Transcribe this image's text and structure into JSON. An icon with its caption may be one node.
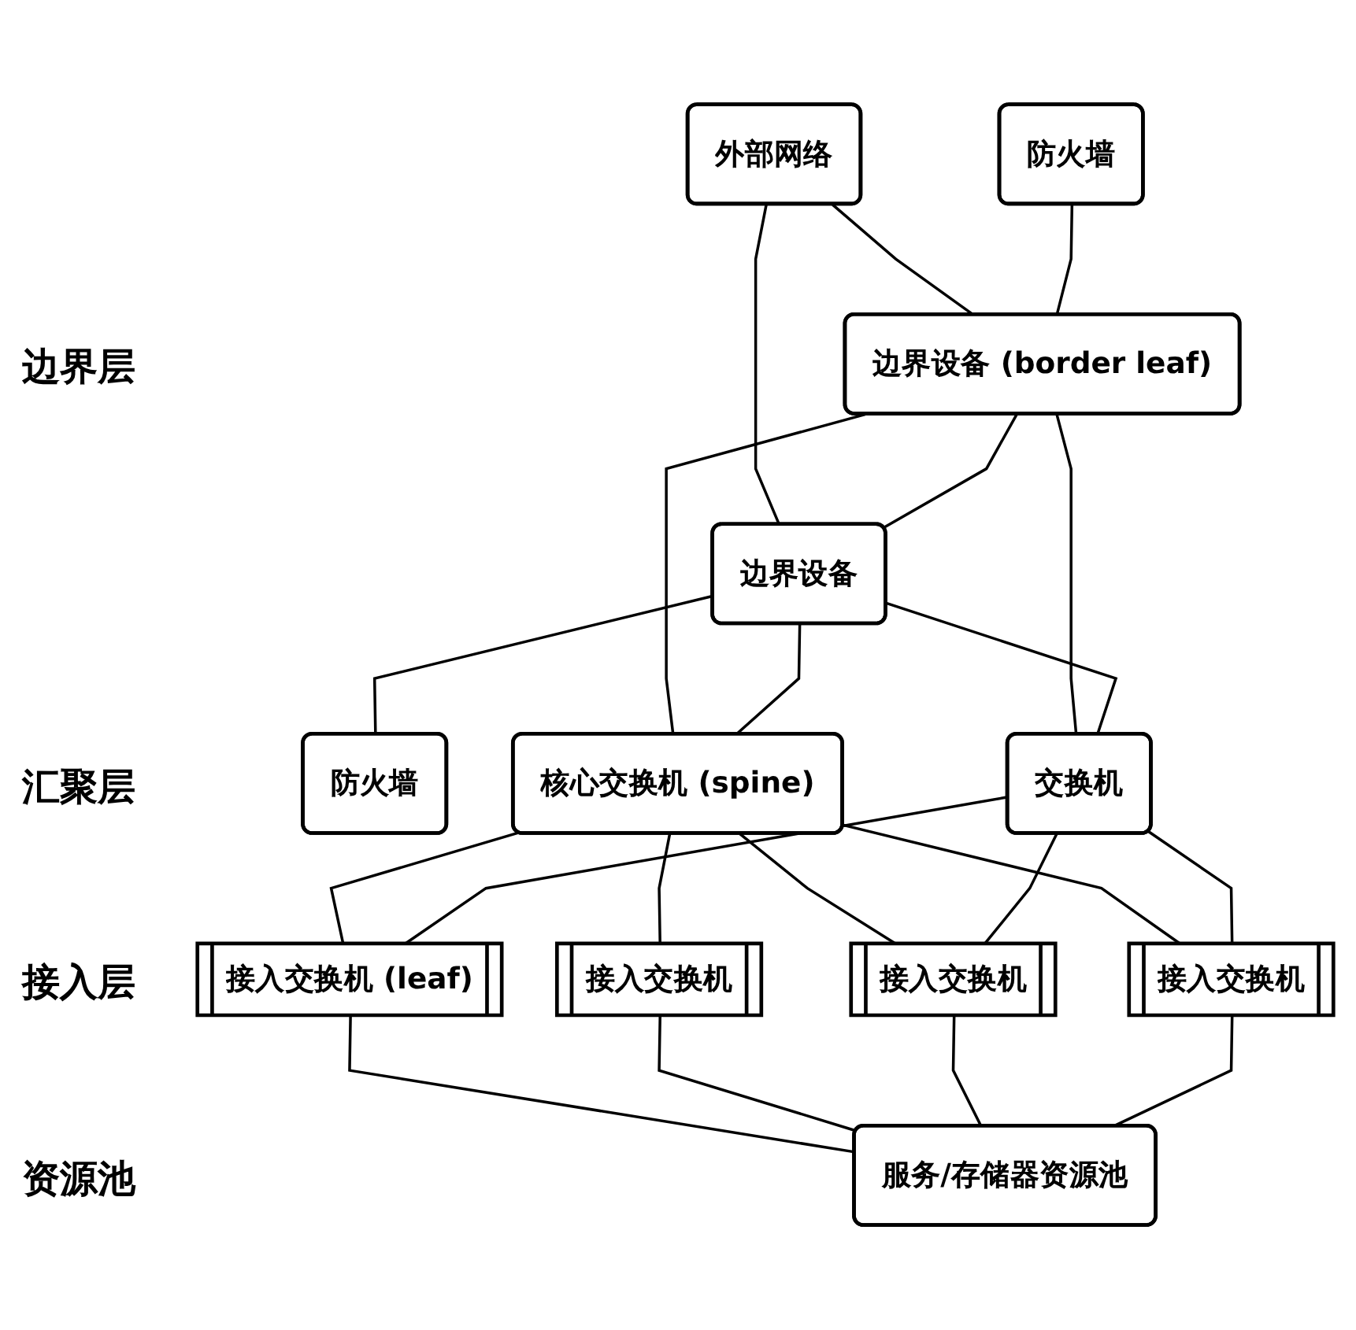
{
  "diagram": {
    "nodes": [
      {
        "text": [
          "外部网络"
        ]
      },
      {
        "text": [
          "防火墙"
        ]
      },
      {
        "text": [
          "边界设备 (border leaf)"
        ]
      },
      {
        "text": [
          "边界设备"
        ]
      },
      {
        "text": [
          "防火墙"
        ]
      },
      {
        "text": [
          "核心交换机 (spine)"
        ]
      },
      {
        "text": [
          "交换机"
        ]
      },
      {
        "text": [
          "接入交换机 (leaf)"
        ]
      },
      {
        "text": [
          "接入交换机"
        ]
      },
      {
        "text": [
          "接入交换机"
        ]
      },
      {
        "text": [
          "接入交换机"
        ]
      },
      {
        "text": [
          "服务/存储器资源池"
        ]
      }
    ],
    "edges": [
      {
        "from": 0,
        "to": 2,
        "arrow": "none"
      },
      {
        "from": 0,
        "to": 3,
        "arrow": "none"
      },
      {
        "from": 1,
        "to": 2,
        "arrow": "none"
      },
      {
        "from": 2,
        "to": 3,
        "arrow": "none"
      },
      {
        "from": 3,
        "to": 4,
        "arrow": "none"
      },
      {
        "from": 2,
        "to": 5,
        "arrow": "none"
      },
      {
        "from": 2,
        "to": 6,
        "arrow": "none"
      },
      {
        "from": 3,
        "to": 5,
        "arrow": "none"
      },
      {
        "from": 3,
        "to": 6,
        "arrow": "none"
      },
      {
        "from": 5,
        "to": 7,
        "arrow": "none"
      },
      {
        "from": 5,
        "to": 8,
        "arrow": "none"
      },
      {
        "from": 5,
        "to": 9,
        "arrow": "none"
      },
      {
        "from": 5,
        "to": 10,
        "arrow": "none"
      },
      {
        "from": 6,
        "to": 7,
        "arrow": "none"
      },
      {
        "from": 6,
        "to": 9,
        "arrow": "none"
      },
      {
        "from": 6,
        "to": 10,
        "arrow": "none"
      },
      {
        "from": 7,
        "to": 11,
        "arrow": "none"
      },
      {
        "from": 8,
        "to": 11,
        "arrow": "none"
      },
      {
        "from": 9,
        "to": 11,
        "arrow": "none"
      },
      {
        "from": 10,
        "to": 11,
        "arrow": "none"
      }
    ],
    "labels": [
      "边界层",
      "汇聚层",
      "接入层",
      "资源池"
    ]
  }
}
